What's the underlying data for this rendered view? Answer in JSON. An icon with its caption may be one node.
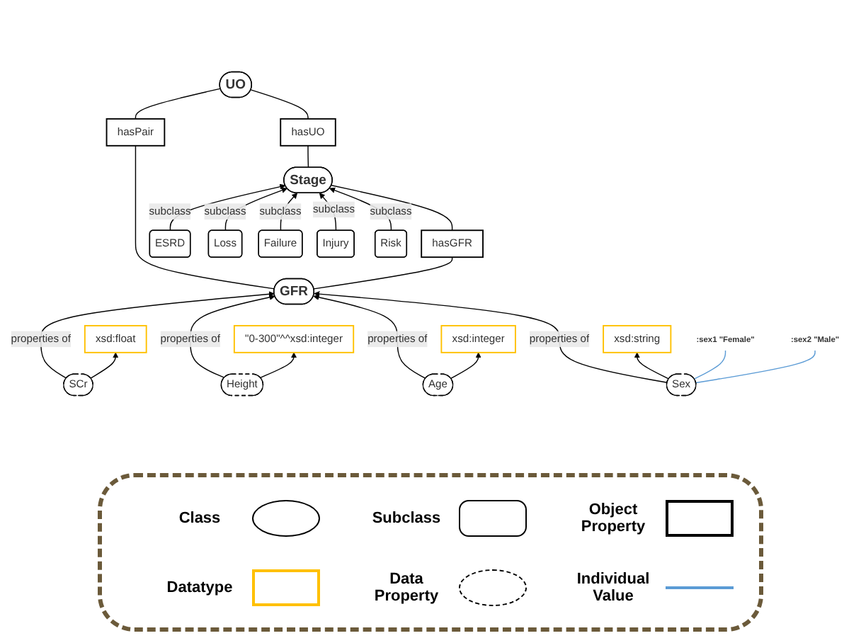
{
  "diagram": {
    "nodes": [
      {
        "text": [
          "UO"
        ]
      },
      {
        "text": [
          "hasUO"
        ]
      },
      {
        "text": [
          "hasPair"
        ]
      },
      {
        "text": [
          "Stage"
        ]
      },
      {
        "text": [
          "hasGFR"
        ]
      },
      {
        "text": [
          "GFR"
        ]
      },
      {
        "text": [
          "ESRD"
        ]
      },
      {
        "text": [
          "Loss"
        ]
      },
      {
        "text": [
          "Failure"
        ]
      },
      {
        "text": [
          "Injury"
        ]
      },
      {
        "text": [
          "Risk"
        ]
      },
      {
        "text": [
          "SCr"
        ]
      },
      {
        "text": [
          "Height"
        ]
      },
      {
        "text": [
          "Age"
        ]
      },
      {
        "text": [
          "Sex"
        ]
      },
      {
        "text": [
          "xsd:float"
        ]
      },
      {
        "text": [
          "\"0-300\"^^xsd:integer"
        ]
      },
      {
        "text": [
          "xsd:integer"
        ]
      },
      {
        "text": [
          "xsd:string"
        ]
      },
      {
        "text": [
          ":sex1 \"Female\""
        ]
      },
      {
        "text": [
          ":sex2 \"Male\""
        ]
      }
    ],
    "edges": [
      {
        "from": 0,
        "to": 1,
        "arrow": "none"
      },
      {
        "from": 1,
        "to": 3,
        "arrow": "none"
      },
      {
        "from": 0,
        "to": 2,
        "arrow": "none"
      },
      {
        "from": 2,
        "to": 5,
        "arrow": "none"
      },
      {
        "from": 3,
        "to": 4,
        "arrow": "none"
      },
      {
        "from": 4,
        "to": 5,
        "arrow": "none"
      },
      {
        "from": 6,
        "to": 3,
        "arrow": "to",
        "label": "subclass"
      },
      {
        "from": 7,
        "to": 3,
        "arrow": "to",
        "label": "subclass"
      },
      {
        "from": 8,
        "to": 3,
        "arrow": "to",
        "label": "subclass"
      },
      {
        "from": 9,
        "to": 3,
        "arrow": "to",
        "label": "subclass"
      },
      {
        "from": 10,
        "to": 3,
        "arrow": "to",
        "label": "subclass"
      },
      {
        "from": 11,
        "to": 5,
        "arrow": "to",
        "label": "properties of"
      },
      {
        "from": 12,
        "to": 5,
        "arrow": "to",
        "label": "properties of"
      },
      {
        "from": 13,
        "to": 5,
        "arrow": "to",
        "label": "properties of"
      },
      {
        "from": 14,
        "to": 5,
        "arrow": "to",
        "label": "properties of"
      },
      {
        "from": 11,
        "to": 15,
        "arrow": "to"
      },
      {
        "from": 12,
        "to": 16,
        "arrow": "to"
      },
      {
        "from": 13,
        "to": 17,
        "arrow": "to"
      },
      {
        "from": 14,
        "to": 18,
        "arrow": "to"
      },
      {
        "from": 19,
        "to": 14,
        "arrow": "none",
        "color": "#5b9bd5"
      },
      {
        "from": 20,
        "to": 14,
        "arrow": "none",
        "color": "#5b9bd5"
      }
    ],
    "legend": [
      {
        "text": "Class"
      },
      {
        "text": "Subclass"
      },
      {
        "text": "Object Property"
      },
      {
        "text": "Datatype"
      },
      {
        "text": "Data Property"
      },
      {
        "text": "Individual Value"
      }
    ]
  }
}
